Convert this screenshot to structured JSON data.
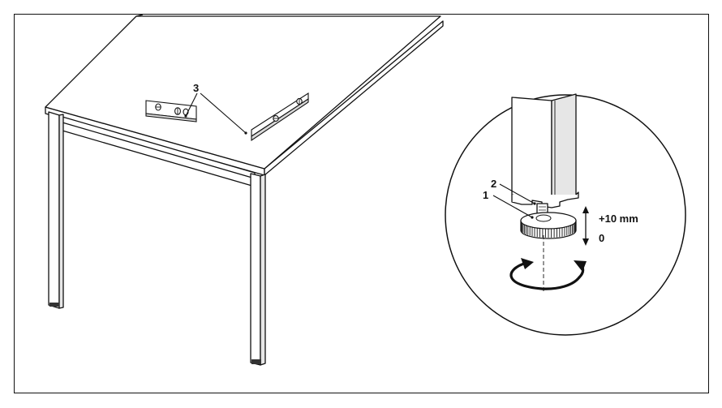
{
  "callouts": {
    "level": "3",
    "nut": "2",
    "glide": "1"
  },
  "adjustment": {
    "max_label": "+10 mm",
    "min_label": "0"
  },
  "colors": {
    "stroke": "#111111",
    "leg_shade": "#e6e6e6",
    "leg_mid": "#d9d9d9",
    "glide_fill": "#ffffff"
  }
}
